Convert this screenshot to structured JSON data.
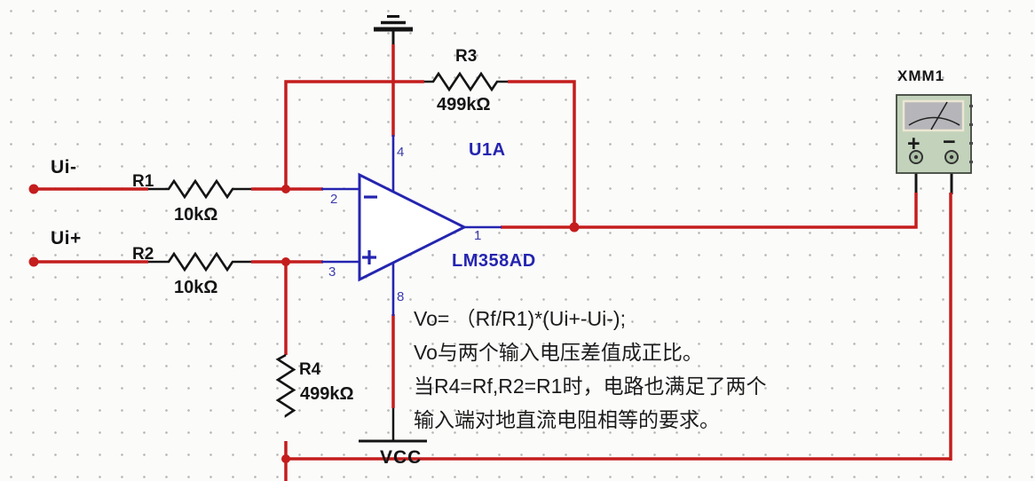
{
  "schematic": {
    "inputs": {
      "ui_minus": "Ui-",
      "ui_plus": "Ui+"
    },
    "resistors": [
      {
        "name": "R1",
        "value": "10kΩ"
      },
      {
        "name": "R2",
        "value": "10kΩ"
      },
      {
        "name": "R3",
        "value": "499kΩ"
      },
      {
        "name": "R4",
        "value": "499kΩ"
      }
    ],
    "opamp": {
      "designator": "U1A",
      "part": "LM358AD",
      "pins": {
        "inverting": "2",
        "non_inverting": "3",
        "output": "1",
        "power_top": "4",
        "power_bottom": "8"
      }
    },
    "power": {
      "vcc_label": "VCC"
    },
    "instrument": {
      "name": "XMM1",
      "plus_label": "+",
      "minus_label": "−"
    },
    "annotation": {
      "lines": [
        "Vo= （Rf/R1)*(Ui+-Ui-);",
        "Vo与两个输入电压差值成正比。",
        "当R4=Rf,R2=R1时，电路也满足了两个",
        "输入端对地直流电阻相等的要求。"
      ]
    },
    "colors": {
      "wire_red": "#c41d1d",
      "component_blue": "#2424b0",
      "symbol_black": "#141414",
      "meter_body_green": "#c2d2bb"
    }
  }
}
